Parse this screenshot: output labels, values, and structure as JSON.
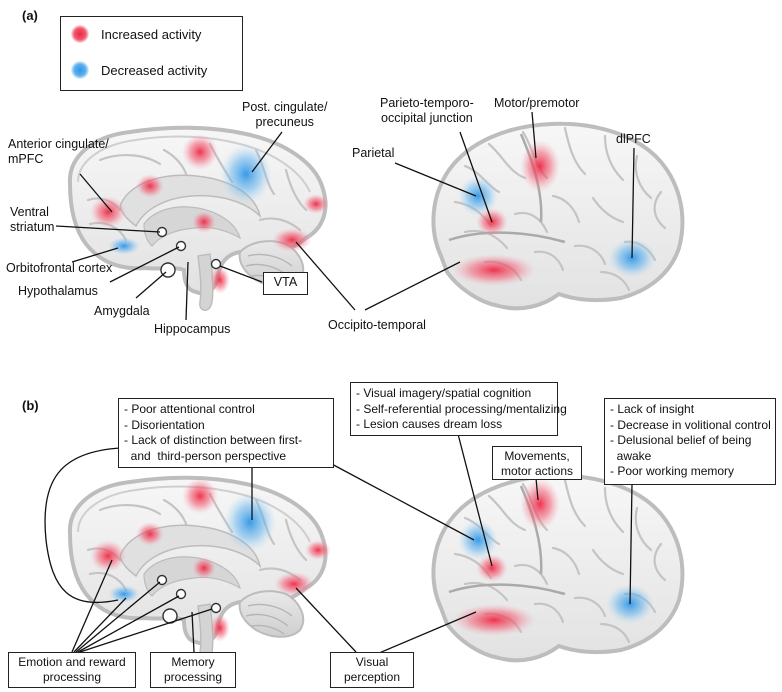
{
  "panel_a": {
    "tag": "(a)",
    "legend": {
      "increased": "Increased activity",
      "decreased": "Decreased activity",
      "increased_color": "#ee3b55",
      "decreased_color": "#3b9ee8"
    },
    "labels": {
      "anterior_cingulate_l1": "Anterior cingulate/",
      "anterior_cingulate_l2": "mPFC",
      "ventral_striatum_l1": "Ventral",
      "ventral_striatum_l2": "striatum",
      "orbitofrontal": "Orbitofrontal cortex",
      "hypothalamus": "Hypothalamus",
      "amygdala": "Amygdala",
      "hippocampus": "Hippocampus",
      "post_cingulate_l1": "Post. cingulate/",
      "post_cingulate_l2": "precuneus",
      "vta": "VTA",
      "occipito_temporal": "Occipito-temporal",
      "parieto_l1": "Parieto-temporo-",
      "parieto_l2": "occipital junction",
      "parietal": "Parietal",
      "motor": "Motor/premotor",
      "dlpfc": "dlPFC"
    }
  },
  "panel_b": {
    "tag": "(b)",
    "attention_box": [
      "- Poor attentional control",
      "- Disorientation",
      "- Lack of distinction between first-",
      "  and  third-person perspective"
    ],
    "imagery_box": [
      "- Visual imagery/spatial cognition",
      "- Self-referential processing/mentalizing",
      "- Lesion causes dream loss"
    ],
    "insight_box": [
      "- Lack of insight",
      "- Decrease in volitional control",
      "- Delusional belief of being",
      "  awake",
      "- Poor working memory"
    ],
    "movements_l1": "Movements,",
    "movements_l2": "motor actions",
    "emotion_l1": "Emotion and reward",
    "emotion_l2": "processing",
    "memory_l1": "Memory",
    "memory_l2": "processing",
    "visual_l1": "Visual",
    "visual_l2": "perception"
  }
}
